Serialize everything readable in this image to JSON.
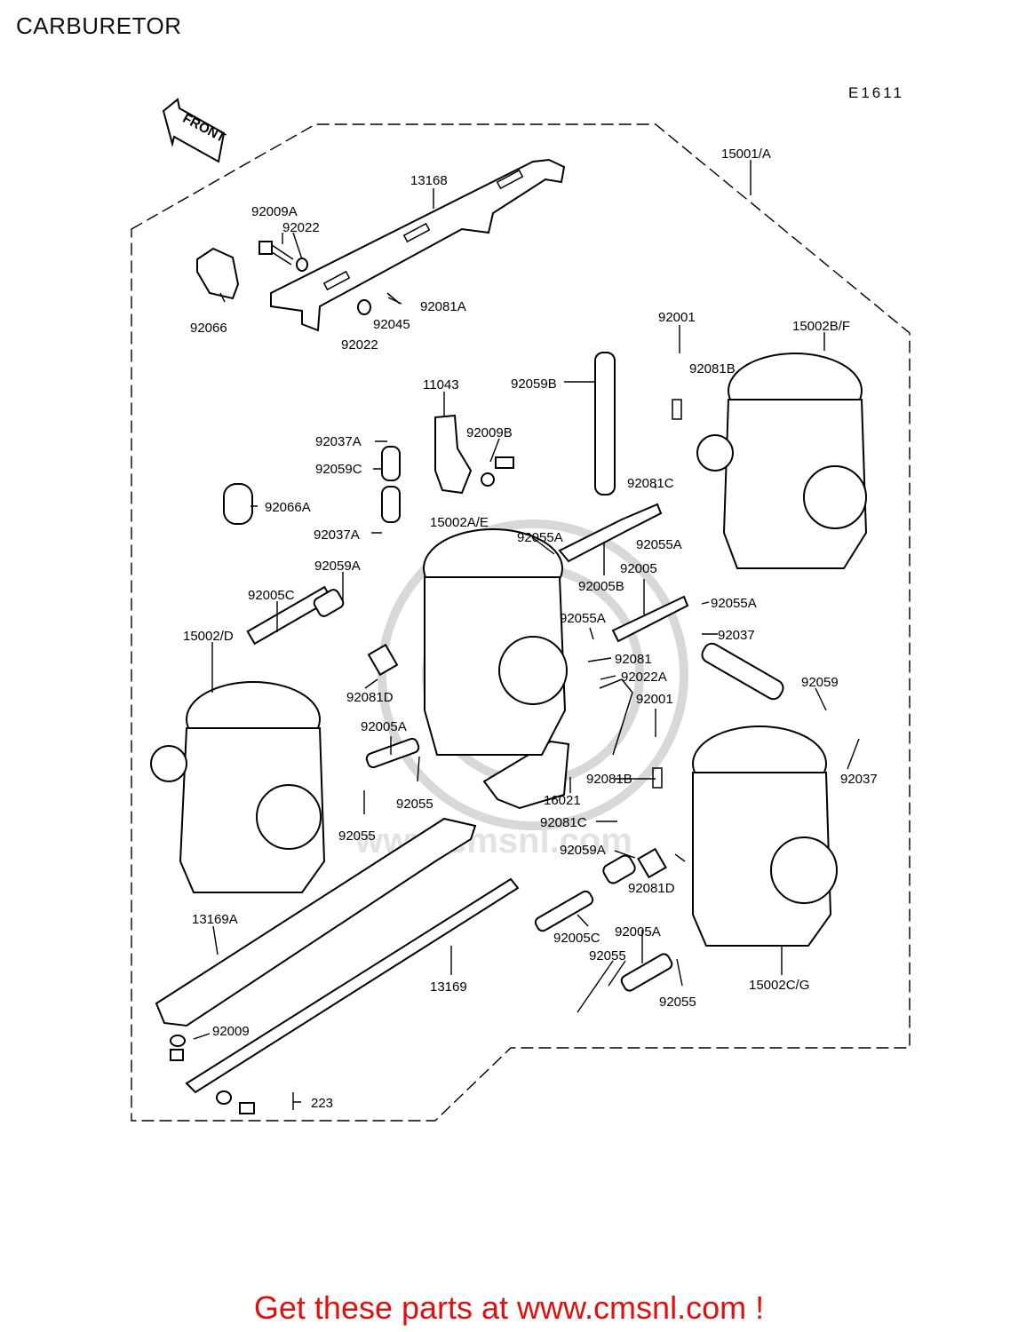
{
  "page": {
    "title": "CARBURETOR",
    "diagram_code": "E1611",
    "front_label": "FRONT",
    "footer_link": "Get these parts at www.cmsnl.com !",
    "watermark": "www.cmsnl.com"
  },
  "parts": [
    "15001/A",
    "13168",
    "92009A",
    "92022",
    "92066",
    "92045",
    "92081A",
    "92022",
    "92001",
    "15002B/F",
    "92081B",
    "92059B",
    "11043",
    "92009B",
    "92037A",
    "92059C",
    "92066A",
    "92037A",
    "15002A/E",
    "92055A",
    "92081C",
    "92055A",
    "92059A",
    "92005C",
    "92005B",
    "92005",
    "92055A",
    "15002/D",
    "92055A",
    "92037",
    "92081",
    "92022A",
    "92081D",
    "92059",
    "92001",
    "92005A",
    "92037",
    "92081B",
    "92055",
    "16021",
    "92055",
    "92081C",
    "92059A",
    "92081D",
    "13169A",
    "92005C",
    "92005A",
    "92055",
    "13169",
    "92055",
    "15002C/G",
    "92009",
    "223"
  ]
}
